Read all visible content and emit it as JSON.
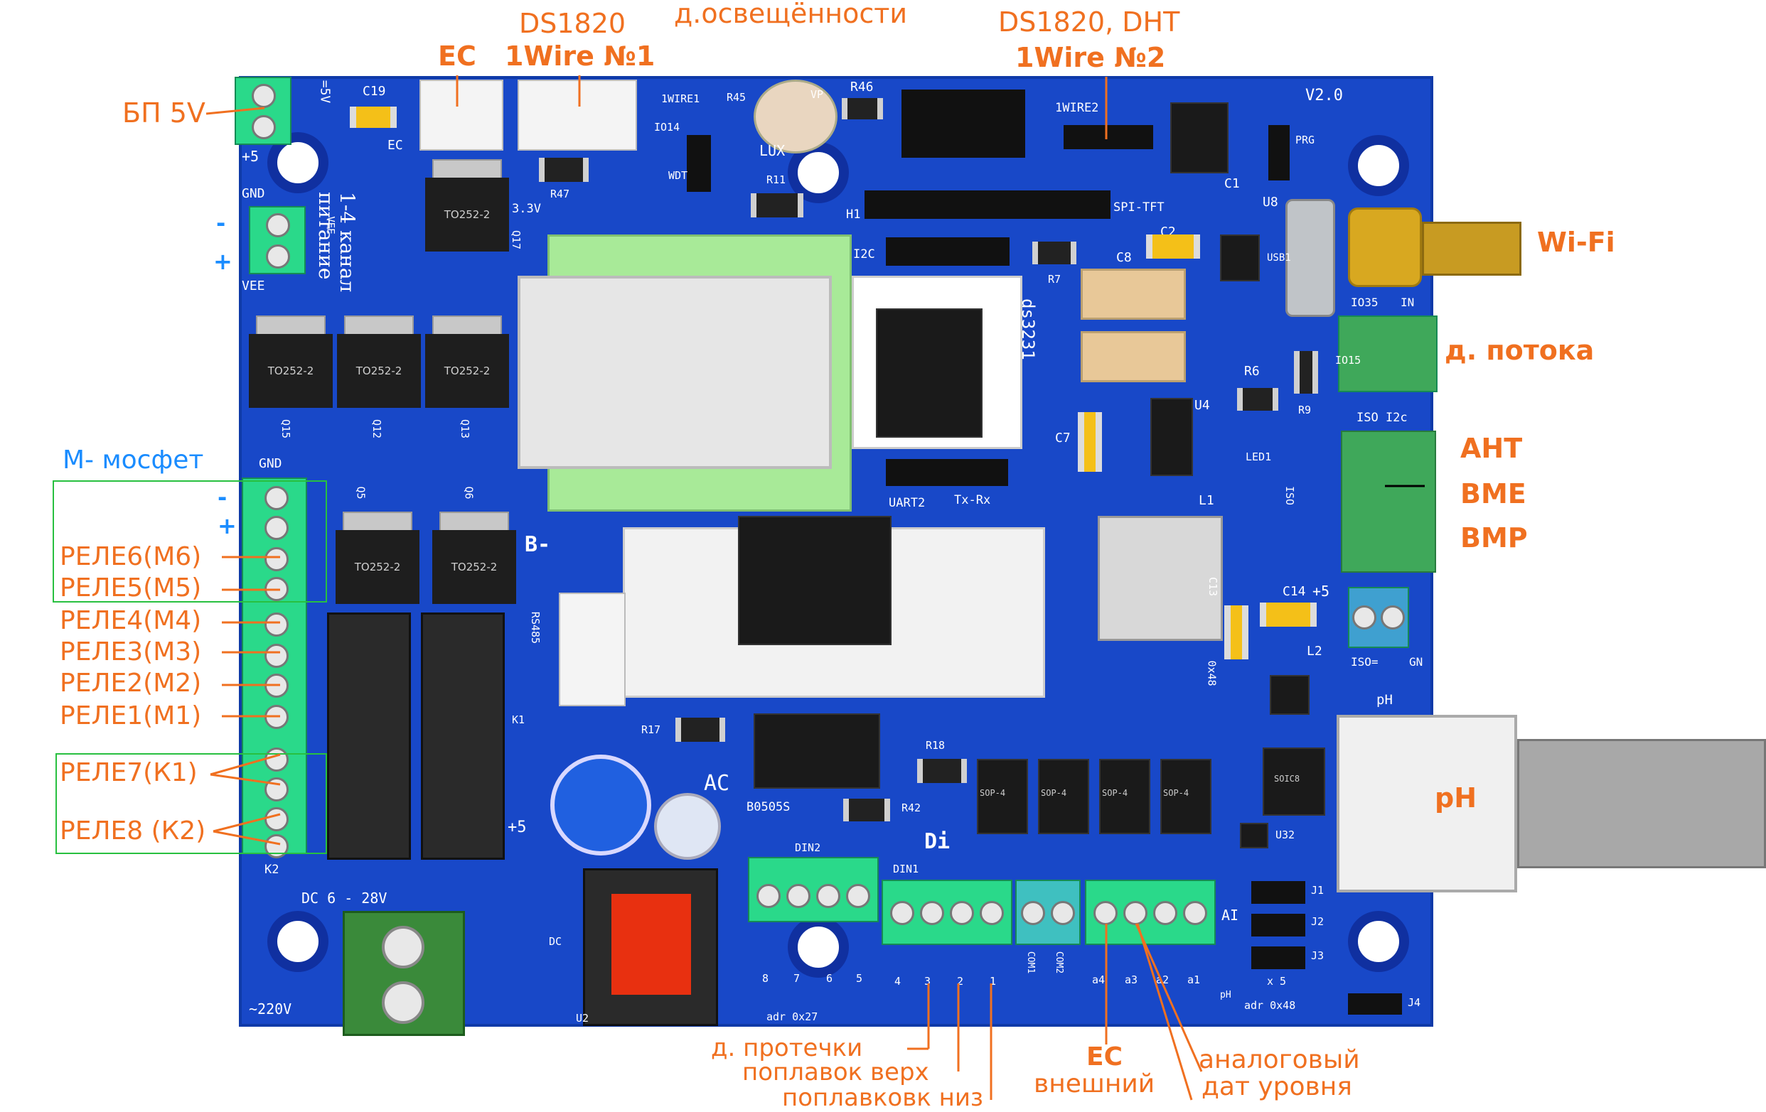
{
  "callouts": {
    "ec_top": "EC",
    "ds1820_1": "DS1820",
    "onewire_1": "1Wire №1",
    "light_sensor": "д.освещённости",
    "ds1820_dht": "DS1820, DHT",
    "onewire_2": "1Wire №2",
    "psu_5v": "БП 5V",
    "wifi": "Wi-Fi",
    "flow_sensor": "д. потока",
    "aht": "AHT",
    "bme": "BME",
    "bmp": "BMP",
    "m_mosfet": "M- мосфет",
    "relay6": "РЕЛЕ6(М6)",
    "relay5": "РЕЛЕ5(М5)",
    "relay4": "РЕЛЕ4(М4)",
    "relay3": "РЕЛЕ3(М3)",
    "relay2": "РЕЛЕ2(М2)",
    "relay1": "РЕЛЕ1(М1)",
    "relay7": "РЕЛЕ7(К1)",
    "relay8": "РЕЛЕ8 (К2)",
    "ph": "pH",
    "leak": "д. протечки",
    "float_top": "поплавок верх",
    "float_bottom": "поплавковк низ",
    "ec_ext": "EC",
    "ec_ext_sub": "внешний",
    "analog_level_1": "аналоговый",
    "analog_level_2": "дат уровня",
    "minus": "-",
    "plus": "+"
  },
  "silkscreen": {
    "plus5v": "=5V",
    "plus5": "+5",
    "gnd": "GND",
    "vee": "VEE",
    "veem": "VEE",
    "power_note_1": "питание",
    "power_note_2": "1-4 канал",
    "c19": "C19",
    "ec": "EC",
    "onewire1": "1WIRE1",
    "io14": "IO14",
    "r45": "R45",
    "lux": "LUX",
    "vp": "VP",
    "r46": "R46",
    "onewire2": "1WIRE2",
    "v2": "V2.0",
    "r47": "R47",
    "wdt": "WDT",
    "r11": "R11",
    "v33": "3.3V",
    "h1": "H1",
    "spi_tft": "SPI-TFT",
    "c1": "C1",
    "u8": "U8",
    "prg": "PRG",
    "i2c": "I2C",
    "c2": "C2",
    "r7": "R7",
    "c8": "C8",
    "ds3231": "ds3231",
    "usb1": "USB1",
    "io35": "IO35",
    "in": "IN",
    "io15": "IO15",
    "r6": "R6",
    "r9": "R9",
    "iso_i2c": "ISO  I2c",
    "u4": "U4",
    "c7": "C7",
    "led1": "LED1",
    "uart2": "UART2",
    "txrx": "Tx-Rx",
    "l1": "L1",
    "iso": "ISO",
    "to252": "TO252-2",
    "q5": "Q5",
    "q6": "Q6",
    "q12": "Q12",
    "q13": "Q13",
    "q15": "Q15",
    "q17": "Q17",
    "bminus": "B-",
    "rs485": "RS485",
    "k1": "K1",
    "k2": "K2",
    "c13": "C13",
    "c14": "C14",
    "l2": "L2",
    "iso_eq": "ISO=",
    "gn": "GN",
    "adr48": "0x48",
    "ph_silk": "pH",
    "r17": "R17",
    "r18": "R18",
    "b0505s": "B0505S",
    "r42": "R42",
    "di": "Di",
    "sop4": "SOP-4",
    "soic8": "SOIC8",
    "u32": "U32",
    "din2": "DIN2",
    "din1": "DIN1",
    "ai": "AI",
    "j1": "J1",
    "j2": "J2",
    "j3": "J3",
    "j4": "J4",
    "x5": "x 5",
    "dc_range": "DC 6 - 28V",
    "ac220": "~220V",
    "n8": "8",
    "n7": "7",
    "n6": "6",
    "n5": "5",
    "n4": "4",
    "n3": "3",
    "n2": "2",
    "n1": "1",
    "adr27": "adr 0x27",
    "com1": "COM1",
    "com2": "COM2",
    "a4": "a4",
    "a3": "a3",
    "a2": "a2",
    "a1": "a1",
    "adr48b": "adr 0x48",
    "ph_small": "pH",
    "u2": "U2",
    "dc": "DC",
    "acs": "AC"
  },
  "colors": {
    "board": "#1848c8",
    "callout": "#f07020",
    "mosfet_label": "#1a8cff",
    "terminal": "#2ad98a",
    "group_outline": "#28c040"
  }
}
